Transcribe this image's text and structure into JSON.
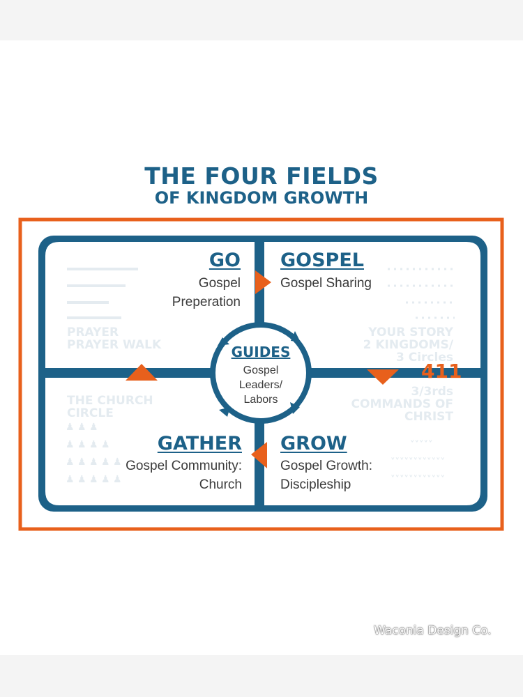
{
  "title": {
    "main": "THE FOUR FIELDS",
    "sub": "OF KINGDOM GROWTH"
  },
  "fields": {
    "go": {
      "heading": "GO",
      "lines": [
        "Gospel",
        "Preperation"
      ]
    },
    "gospel": {
      "heading": "GOSPEL",
      "lines": [
        "Gospel Sharing"
      ]
    },
    "gather": {
      "heading": "GATHER",
      "lines": [
        "Gospel Community:",
        "Church"
      ]
    },
    "grow": {
      "heading": "GROW",
      "lines": [
        "Gospel Growth:",
        "Discipleship"
      ]
    },
    "guides": {
      "heading": "GUIDES",
      "lines": [
        "Gospel",
        "Leaders/",
        "Labors"
      ]
    }
  },
  "faint_labels": {
    "prayer": [
      "PRAYER",
      "PRAYER WALK"
    ],
    "story": [
      "YOUR STORY",
      "2 KINGDOMS/",
      "3 Circles"
    ],
    "church": [
      "THE CHURCH",
      "CIRCLE"
    ],
    "commands": [
      "3/3rds",
      "COMMANDS OF",
      "CHRIST"
    ],
    "number": "411"
  },
  "colors": {
    "blue": "#1d6188",
    "orange": "#e8601c",
    "faint": "#e4ebf0"
  },
  "credit": "Waconia Design Co."
}
